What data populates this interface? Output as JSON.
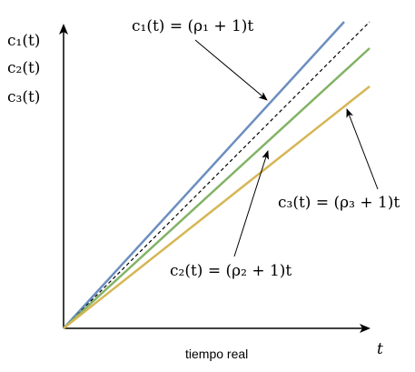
{
  "y_axis_labels": [
    "c₁(t)",
    "c₂(t)",
    "c₃(t)"
  ],
  "x_axis_label": "tiempo real",
  "x_axis_symbol": "t",
  "lines": [
    {
      "id": "c1",
      "label": "c₁(t) = (ρ₁ + 1)t",
      "color": "#6c8ebf",
      "dashed": false
    },
    {
      "id": "dashed-reference",
      "label": "",
      "color": "#000000",
      "dashed": true
    },
    {
      "id": "c2",
      "label": "c₂(t) = (ρ₂ + 1)t",
      "color": "#82b366",
      "dashed": false
    },
    {
      "id": "c3",
      "label": "c₃(t) = (ρ₃ + 1)t",
      "color": "#d6b656",
      "dashed": false
    }
  ]
}
